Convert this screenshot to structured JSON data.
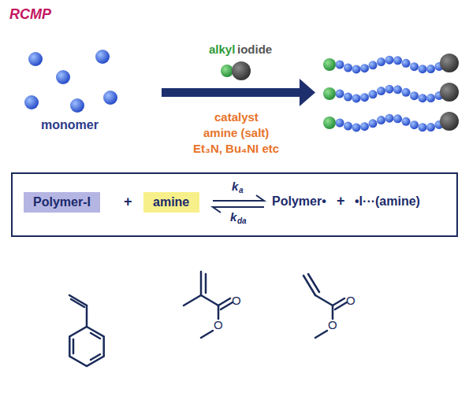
{
  "diagram": {
    "title": "RCMP",
    "nodes": [
      {
        "text": [
          "Polymer-I"
        ]
      },
      {
        "text": [
          "amine"
        ]
      }
    ],
    "labels": [
      "alkyl",
      "iodide",
      "monomer",
      "catalyst",
      "amine (salt)",
      "Et₃N, Bu₄NI etc",
      "+",
      "k",
      "a",
      "k",
      "da",
      "Polymer•",
      "+",
      "•I···(amine)",
      "O",
      "O",
      "O",
      "O"
    ]
  }
}
